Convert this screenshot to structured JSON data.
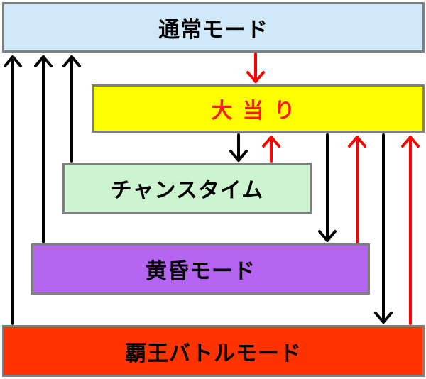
{
  "diagram": {
    "nodes": [
      {
        "id": "normal",
        "label": "通常モード",
        "fill": "#cfe9fb",
        "text_color": "#000000"
      },
      {
        "id": "jackpot",
        "label": "大当り",
        "fill": "#ffff00",
        "text_color": "#ff1a1a"
      },
      {
        "id": "chance",
        "label": "チャンスタイム",
        "fill": "#ccf5cf",
        "text_color": "#000000"
      },
      {
        "id": "dusk",
        "label": "黄昏モード",
        "fill": "#b565f2",
        "text_color": "#000000"
      },
      {
        "id": "battle",
        "label": "覇王バトルモード",
        "fill": "#ff3300",
        "text_color": "#000000"
      }
    ],
    "edges": [
      {
        "from": "normal",
        "to": "jackpot",
        "color": "#ff0000"
      },
      {
        "from": "jackpot",
        "to": "chance",
        "color": "#000000"
      },
      {
        "from": "chance",
        "to": "jackpot",
        "color": "#ff0000"
      },
      {
        "from": "jackpot",
        "to": "dusk",
        "color": "#000000"
      },
      {
        "from": "dusk",
        "to": "jackpot",
        "color": "#ff0000"
      },
      {
        "from": "jackpot",
        "to": "battle",
        "color": "#000000"
      },
      {
        "from": "battle",
        "to": "jackpot",
        "color": "#ff0000"
      },
      {
        "from": "battle",
        "to": "normal",
        "color": "#000000"
      },
      {
        "from": "dusk",
        "to": "normal",
        "color": "#000000"
      },
      {
        "from": "chance",
        "to": "normal",
        "color": "#000000"
      }
    ]
  }
}
